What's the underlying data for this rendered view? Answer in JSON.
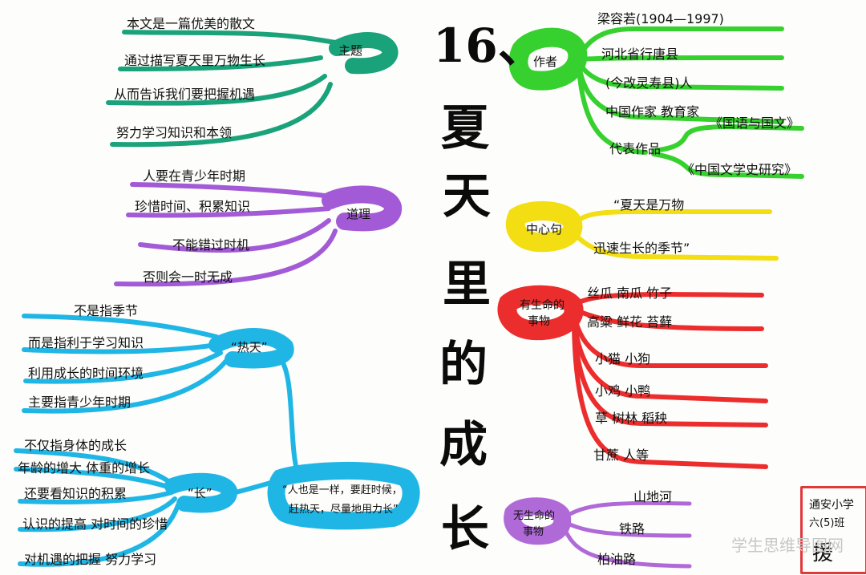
{
  "title": {
    "number": "16、",
    "chars": [
      "夏",
      "天",
      "里",
      "的",
      "成",
      "长"
    ]
  },
  "branches": {
    "theme": {
      "label": "主题",
      "items": [
        "本文是一篇优美的散文",
        "通过描写夏天里万物生长",
        "从而告诉我们要把握机遇",
        "努力学习知识和本领"
      ]
    },
    "reason": {
      "label": "道理",
      "items": [
        "人要在青少年时期",
        "珍惜时间、积累知识",
        "不能错过时机",
        "否则会一时无成"
      ]
    },
    "hot": {
      "label": "“热天”",
      "items": [
        "不是指季节",
        "而是指利于学习知识",
        "利用成长的时间环境",
        "主要指青少年时期"
      ]
    },
    "grow": {
      "label": "“长”",
      "items": [
        "不仅指身体的成长",
        "年龄的增大 体重的增长",
        "还要看知识的积累",
        "认识的提高 对时间的珍惜",
        "对机遇的把握 努力学习"
      ]
    },
    "people": {
      "line1": "“人也是一样，要赶时候，",
      "line2": "赶热天，尽量地用力长”"
    },
    "author": {
      "label": "作者",
      "items": [
        "梁容若(1904—1997)",
        "河北省行唐县",
        "(今改灵寿县)人",
        "中国作家 教育家",
        "代表作品"
      ],
      "works": [
        "《国语与国文》",
        "《中国文学史研究》"
      ]
    },
    "center": {
      "label": "中心句",
      "items": [
        "“夏天是万物",
        "迅速生长的季节”"
      ]
    },
    "living": {
      "label_line1": "有生命的",
      "label_line2": "事物",
      "items": [
        "丝瓜 南瓜 竹子",
        "高粱 鲜花 苔藓",
        "小猫 小狗",
        "小鸡 小鸭",
        "草 树林 稻秧",
        "甘蔗 人等"
      ]
    },
    "nonliving": {
      "label_line1": "无生命的",
      "label_line2": "事物",
      "items": [
        "山地河",
        "铁路",
        "柏油路"
      ]
    }
  },
  "stamp": {
    "school": "通安小学",
    "class": "六(5)班",
    "name": "援"
  },
  "watermark": "学生思维导图网",
  "colors": {
    "teal": "#1aa37a",
    "purple": "#a35ad6",
    "cyan": "#1fb6e6",
    "green": "#37d12f",
    "yellow": "#f2de13",
    "red": "#ec2d2d",
    "lavender": "#b06ad8",
    "stamp": "#e0393b"
  }
}
